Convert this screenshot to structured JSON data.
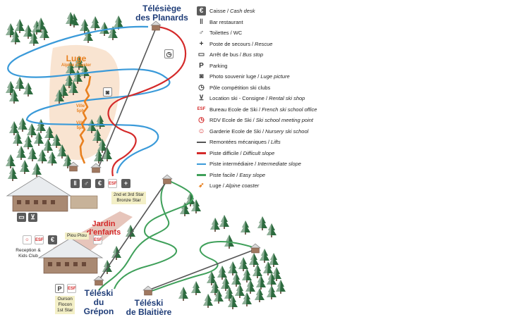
{
  "lifts": {
    "planards": [
      "Télésiège",
      "des Planards"
    ],
    "grepon": [
      "Téléski",
      "du Grépon"
    ],
    "blaitiere": [
      "Téléski",
      "de Blaitière"
    ]
  },
  "luge": {
    "title": "Luge",
    "subtitle": "Alpine Coaster"
  },
  "ville": {
    "line1": "Ville",
    "line2": "5ph"
  },
  "jardin": [
    "Jardin",
    "d'enfants"
  ],
  "labels": {
    "star_box": [
      "2nd et 3rd Star",
      "Bronze Star"
    ],
    "piou": "Piou Piou",
    "reception": [
      "Reception &",
      "Kids Club"
    ],
    "ourson": [
      "Ourson",
      "Flocon",
      "1st Star"
    ]
  },
  "icons": {
    "euro": "€",
    "esf": "ESF",
    "parking": "P",
    "rescue": "+",
    "bar": "bar-icon",
    "toilets": "toilets-icon",
    "bus": "bus-icon",
    "camera": "camera-icon",
    "stopwatch": "stopwatch-icon",
    "cart": "cart-icon"
  },
  "colors": {
    "lift": "#555555",
    "difficult": "#d42a2a",
    "intermediate": "#3a9ad9",
    "easy": "#3fa05a",
    "luge": "#e8801f",
    "lift_title": "#1f3d78",
    "forest": "#2d6b3f"
  },
  "legend": [
    {
      "icon": "euro",
      "fr": "Caisse",
      "en": "Cash desk"
    },
    {
      "icon": "bar",
      "fr": "Bar restaurant",
      "en": ""
    },
    {
      "icon": "toilets",
      "fr": "Toilettes / WC",
      "en": ""
    },
    {
      "icon": "rescue",
      "fr": "Poste de secours",
      "en": "Rescue"
    },
    {
      "icon": "bus",
      "fr": "Arrêt de bus",
      "en": "Bus stop"
    },
    {
      "icon": "parking",
      "fr": "Parking",
      "en": ""
    },
    {
      "icon": "camera",
      "fr": "Photo souvenir luge",
      "en": "Luge picture"
    },
    {
      "icon": "stopwatch",
      "fr": "Pôle compétition ski clubs",
      "en": ""
    },
    {
      "icon": "cart",
      "fr": "Location ski - Consigne",
      "en": "Rental ski shop"
    },
    {
      "icon": "esf",
      "fr": "Bureau Ecole de Ski",
      "en": "French ski school office"
    },
    {
      "icon": "meeting",
      "fr": "RDV Ecole de Ski",
      "en": "Ski school meeting point"
    },
    {
      "icon": "nursery",
      "fr": "Garderie Ecole de Ski",
      "en": "Nursery ski school"
    },
    {
      "icon": "line-lift",
      "fr": "Remontées mécaniques",
      "en": "Lifts"
    },
    {
      "icon": "line-difficult",
      "fr": "Piste difficile",
      "en": "Difficult slope"
    },
    {
      "icon": "line-intermediate",
      "fr": "Piste intermédiaire",
      "en": "Intermediate slope"
    },
    {
      "icon": "line-easy",
      "fr": "Piste facile",
      "en": "Easy slope"
    },
    {
      "icon": "luge",
      "fr": "Luge",
      "en": "Alpine coaster"
    }
  ]
}
